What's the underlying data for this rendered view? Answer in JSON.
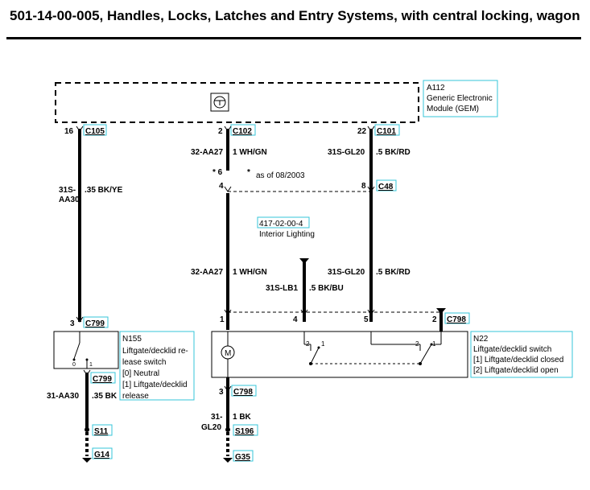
{
  "title": "501-14-00-005, Handles, Locks, Latches and Entry Systems, with central locking, wagon",
  "modules": {
    "gem": {
      "id": "A112",
      "name_line1": "Generic Electronic",
      "name_line2": "Module (GEM)"
    },
    "n155": {
      "id": "N155",
      "line1": "Liftgate/decklid re-",
      "line2": "lease switch",
      "line3": "[0] Neutral",
      "line4": "[1] Liftgate/decklid",
      "line5": "release"
    },
    "n22": {
      "id": "N22",
      "line1": "Liftgate/decklid switch",
      "line2": "[1] Liftgate/decklid closed",
      "line3": "[2] Liftgate/decklid open"
    }
  },
  "connectors": {
    "c105": "C105",
    "c102": "C102",
    "c101": "C101",
    "c48": "C48",
    "c799a": "C799",
    "c799b": "C799",
    "c798a": "C798",
    "c798b": "C798",
    "s11": "S11",
    "g14": "G14",
    "s196": "S196",
    "g35": "G35"
  },
  "pins": {
    "p16": "16",
    "p2a": "2",
    "p22": "22",
    "p6": "* 6",
    "p4a": "4",
    "p8": "8",
    "p3a": "3",
    "p1a": "1",
    "p4b": "4",
    "p5": "5",
    "p2b": "2",
    "p3b": "3",
    "sw0": "0",
    "sw1": "1",
    "sa2": "2",
    "sa1": "1",
    "sb2": "2",
    "sb1": "1"
  },
  "wires": {
    "w1_circuit_a": "31S-",
    "w1_circuit_b": "AA30",
    "w1_spec": ".35 BK/YE",
    "w2_circuit": "32-AA27",
    "w2_spec": "1 WH/GN",
    "w3_circuit": "31S-GL20",
    "w3_spec": ".5 BK/RD",
    "w2b_circuit": "32-AA27",
    "w2b_spec": "1 WH/GN",
    "w3b_circuit": "31S-GL20",
    "w3b_spec": ".5 BK/RD",
    "w4_circuit": "31S-LB1",
    "w4_spec": ".5 BK/BU",
    "w5_circuit": "31-AA30",
    "w5_spec": ".35 BK",
    "w6_circuit_a": "31-",
    "w6_circuit_b": "GL20",
    "w6_spec": "1 BK"
  },
  "notes": {
    "asterisk": "*",
    "footnote": "as of 08/2003",
    "ref_code": "417-02-00-4",
    "ref_name": "Interior Lighting",
    "motor_symbol": "M"
  }
}
